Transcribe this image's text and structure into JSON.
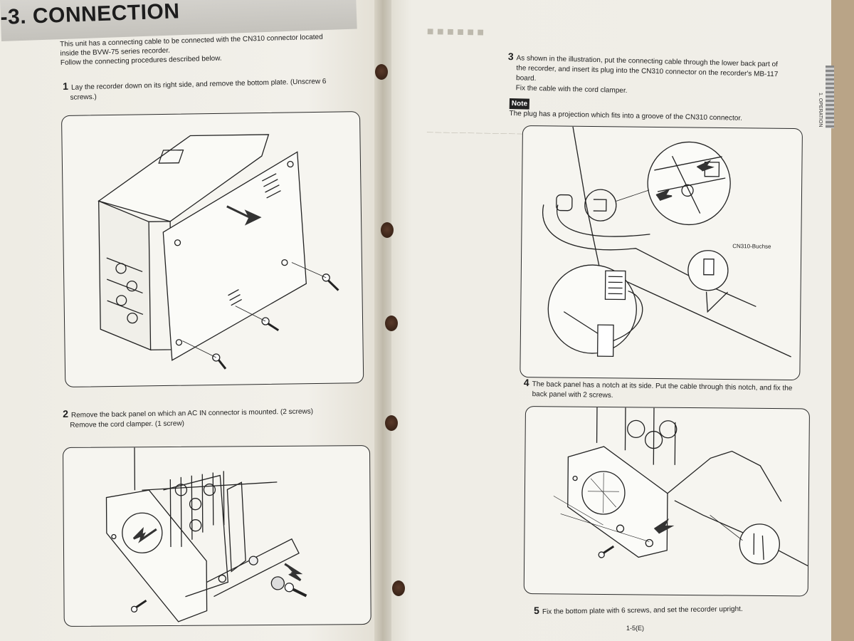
{
  "section_title": "-3. CONNECTION",
  "intro": [
    "This unit has a connecting cable to be connected with the CN310 connector located",
    "inside the BVW-75 series recorder.",
    "Follow the connecting procedures described below."
  ],
  "steps": [
    {
      "num": "1",
      "lines": [
        "Lay the recorder down on its right side, and remove the bottom plate. (Unscrew 6",
        "screws.)"
      ]
    },
    {
      "num": "2",
      "lines": [
        "Remove the back panel on which an AC IN connector is mounted. (2 screws)",
        "Remove the cord clamper. (1 screw)"
      ]
    },
    {
      "num": "3",
      "lines": [
        "As shown in the illustration, put the connecting cable through the lower back part of",
        "the recorder, and insert its plug into the CN310 connector on the recorder's MB-117",
        "board.",
        "Fix the cable with the cord clamper."
      ]
    },
    {
      "num": "4",
      "lines": [
        "The back panel has a notch at its side. Put the cable through this notch, and fix the",
        "back panel with 2 screws."
      ]
    },
    {
      "num": "5",
      "lines": [
        "Fix the bottom plate with 6 screws, and set the recorder upright."
      ]
    }
  ],
  "note": {
    "badge": "Note",
    "text": "The plug has a projection which fits into a groove of the CN310 connector."
  },
  "figure_label": "CN310-Buchse",
  "page_number": "1-5(E)",
  "side_tab_label": "1. OPERATION",
  "colors": {
    "paper": "#f1efe8",
    "background": "#b9a487",
    "title_bar": "#cfcdc7",
    "ink": "#1d1d1d"
  }
}
